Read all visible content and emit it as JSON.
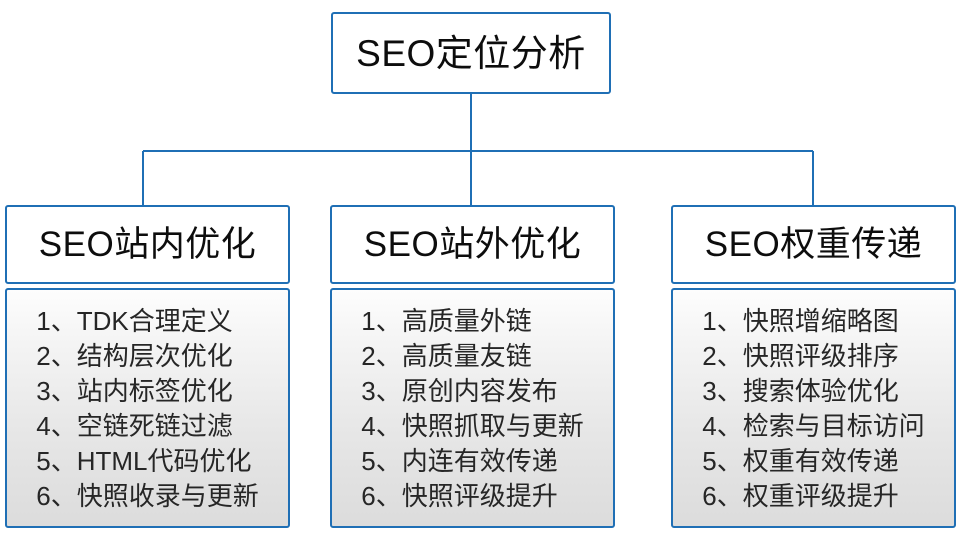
{
  "diagram": {
    "type": "organizational-tree",
    "title": "SEO定位分析",
    "accent_color": "#1f6fb5",
    "background_color": "#ffffff",
    "root": {
      "label": "SEO定位分析"
    },
    "branches": [
      {
        "header": "SEO站内优化",
        "items": [
          "1、TDK合理定义",
          "2、结构层次优化",
          "3、站内标签优化",
          "4、空链死链过滤",
          "5、HTML代码优化",
          "6、快照收录与更新"
        ]
      },
      {
        "header": "SEO站外优化",
        "items": [
          "1、高质量外链",
          "2、高质量友链",
          "3、原创内容发布",
          "4、快照抓取与更新",
          "5、内连有效传递",
          "6、快照评级提升"
        ]
      },
      {
        "header": "SEO权重传递",
        "items": [
          "1、快照增缩略图",
          "2、快照评级排序",
          "3、搜索体验优化",
          "4、检索与目标访问",
          "5、权重有效传递",
          "6、权重评级提升"
        ]
      }
    ]
  }
}
